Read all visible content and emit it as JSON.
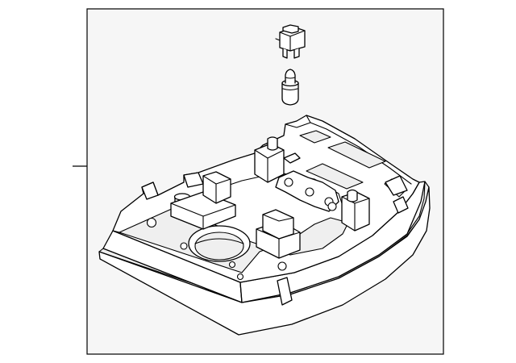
{
  "diagram": {
    "kind": "exploded parts illustration",
    "background_color": "#f6f6f6",
    "line_color": "#000000",
    "parts": [
      {
        "name": "connector-socket"
      },
      {
        "name": "bulb"
      },
      {
        "name": "console-housing"
      }
    ]
  }
}
